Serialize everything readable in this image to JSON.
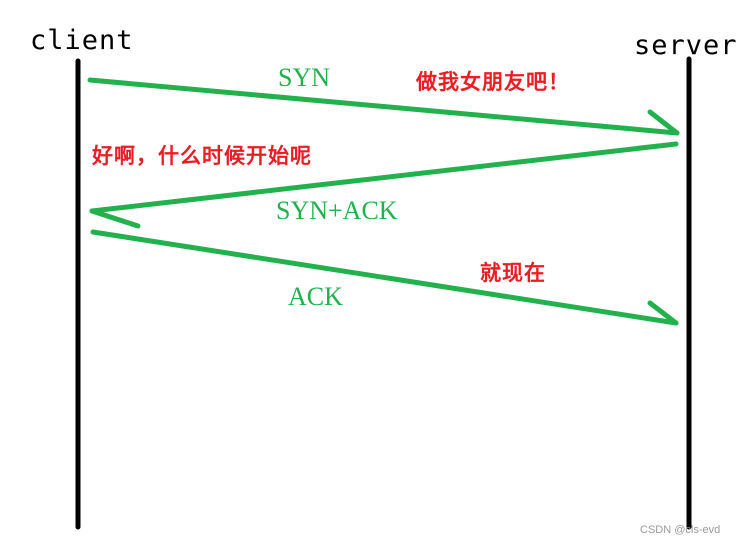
{
  "title": "TCP three-way handshake",
  "colors": {
    "lifeline": "#000000",
    "message": "#22b14c",
    "note": "#ed1c24",
    "watermark": "#9a9a9a"
  },
  "actors": {
    "client": "client",
    "server": "server"
  },
  "messages": [
    {
      "label": "SYN",
      "from": "client",
      "to": "server",
      "note": "做我女朋友吧！"
    },
    {
      "label": "SYN+ACK",
      "from": "server",
      "to": "client",
      "note": "好啊，什么时候开始呢"
    },
    {
      "label": "ACK",
      "from": "client",
      "to": "server",
      "note": "就现在"
    }
  ],
  "watermark": "CSDN @cls-evd"
}
